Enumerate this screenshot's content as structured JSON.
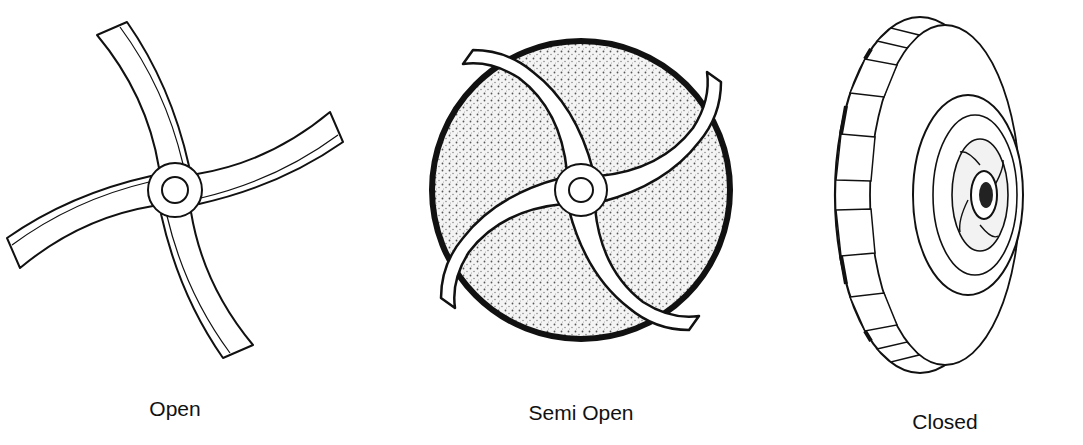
{
  "diagram": {
    "labels": [
      "Open",
      "Semi Open",
      "Closed"
    ]
  }
}
